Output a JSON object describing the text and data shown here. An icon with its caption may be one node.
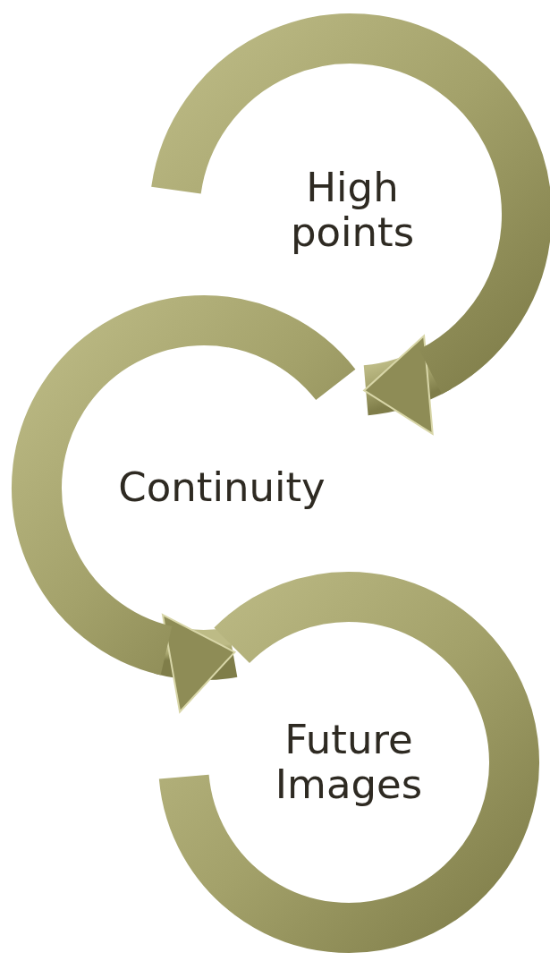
{
  "diagram": {
    "nodes": [
      {
        "text": [
          "High points"
        ]
      },
      {
        "text": [
          "Continuity"
        ]
      },
      {
        "text": [
          "Future Images"
        ]
      }
    ],
    "edges": [
      {
        "from": 0,
        "to": 1,
        "arrow": "to"
      },
      {
        "from": 1,
        "to": 2,
        "arrow": "to"
      }
    ]
  }
}
